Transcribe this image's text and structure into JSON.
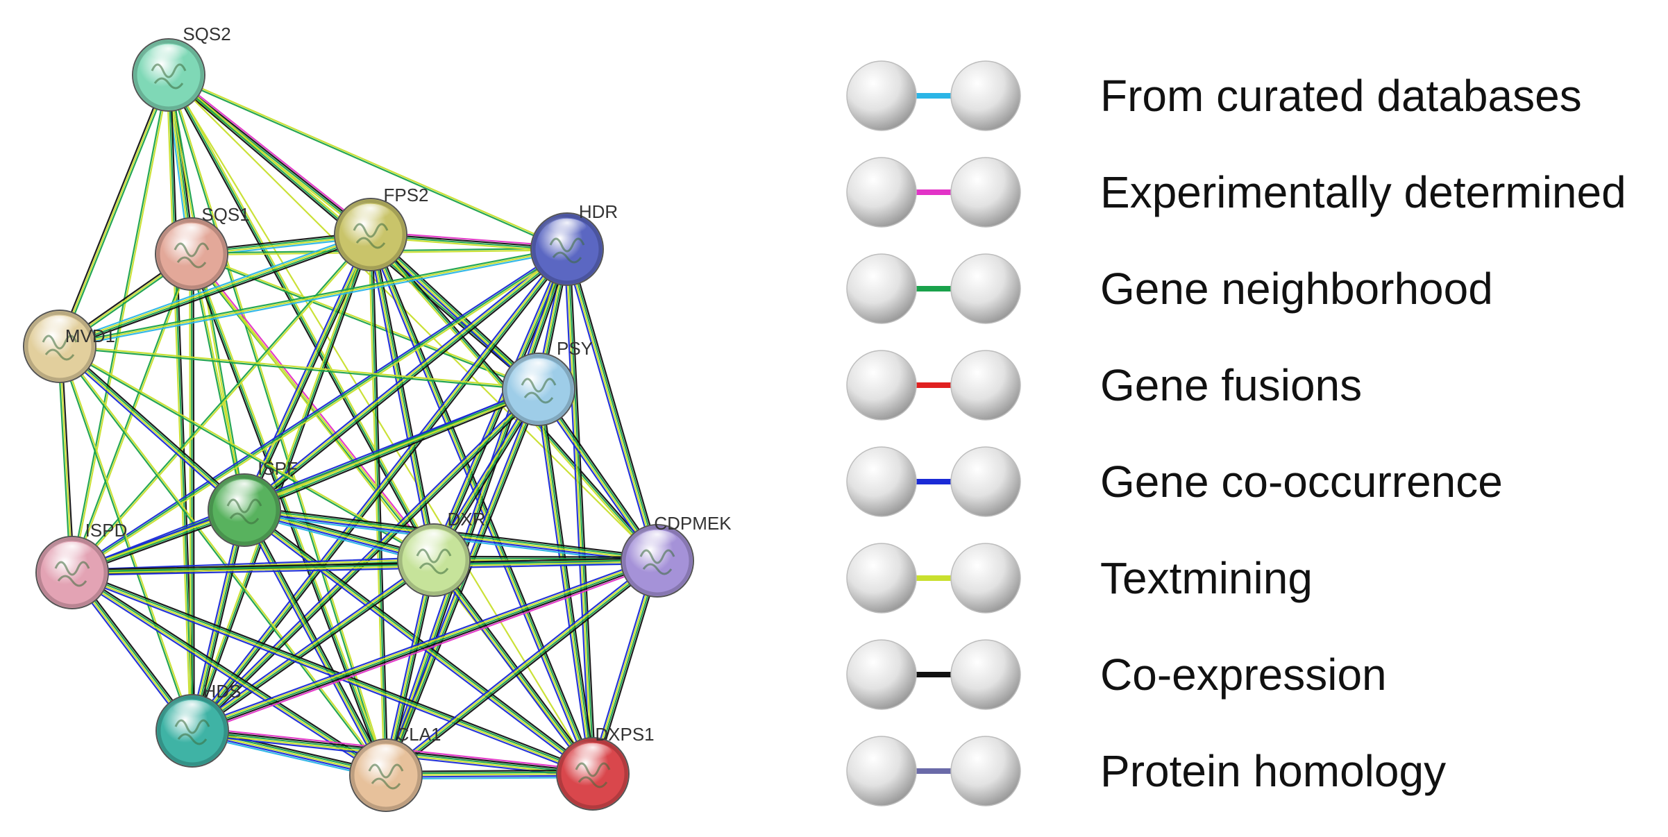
{
  "network": {
    "nodes": [
      {
        "id": "SQS2",
        "label": "SQS2",
        "color": "#7fd8b6"
      },
      {
        "id": "SQS1",
        "label": "SQS1",
        "color": "#e3a899"
      },
      {
        "id": "FPS2",
        "label": "FPS2",
        "color": "#c9c46a"
      },
      {
        "id": "HDR",
        "label": "HDR",
        "color": "#5b67c2"
      },
      {
        "id": "MVD1",
        "label": "MVD1",
        "color": "#e2cf9d"
      },
      {
        "id": "PSY",
        "label": "PSY",
        "color": "#9ecde8"
      },
      {
        "id": "ISPF",
        "label": "ISPF",
        "color": "#58b25e"
      },
      {
        "id": "DXR",
        "label": "DXR",
        "color": "#c6e39a"
      },
      {
        "id": "ISPD",
        "label": "ISPD",
        "color": "#e3a3b4"
      },
      {
        "id": "CDPMEK",
        "label": "CDPMEK",
        "color": "#a592d8"
      },
      {
        "id": "HDS",
        "label": "HDS",
        "color": "#3fb3a5"
      },
      {
        "id": "CLA1",
        "label": "CLA1",
        "color": "#e7c19b"
      },
      {
        "id": "DXPS1",
        "label": "DXPS1",
        "color": "#d9474c"
      }
    ],
    "edge_colors": {
      "curated": "#2bb5e6",
      "experimental": "#e233c7",
      "neighborhood": "#1aa24b",
      "fusion": "#e02020",
      "cooccurrence": "#1a2ad6",
      "textmining": "#c9e02e",
      "coexpression": "#111111",
      "homology": "#6a6aa8"
    }
  },
  "legend": {
    "items": [
      {
        "label": "From curated databases",
        "color": "#2bb5e6"
      },
      {
        "label": "Experimentally determined",
        "color": "#e233c7"
      },
      {
        "label": "Gene neighborhood",
        "color": "#1aa24b"
      },
      {
        "label": "Gene fusions",
        "color": "#e02020"
      },
      {
        "label": "Gene co-occurrence",
        "color": "#1a2ad6"
      },
      {
        "label": "Textmining",
        "color": "#c9e02e"
      },
      {
        "label": "Co-expression",
        "color": "#111111"
      },
      {
        "label": "Protein homology",
        "color": "#6a6aa8"
      }
    ]
  }
}
